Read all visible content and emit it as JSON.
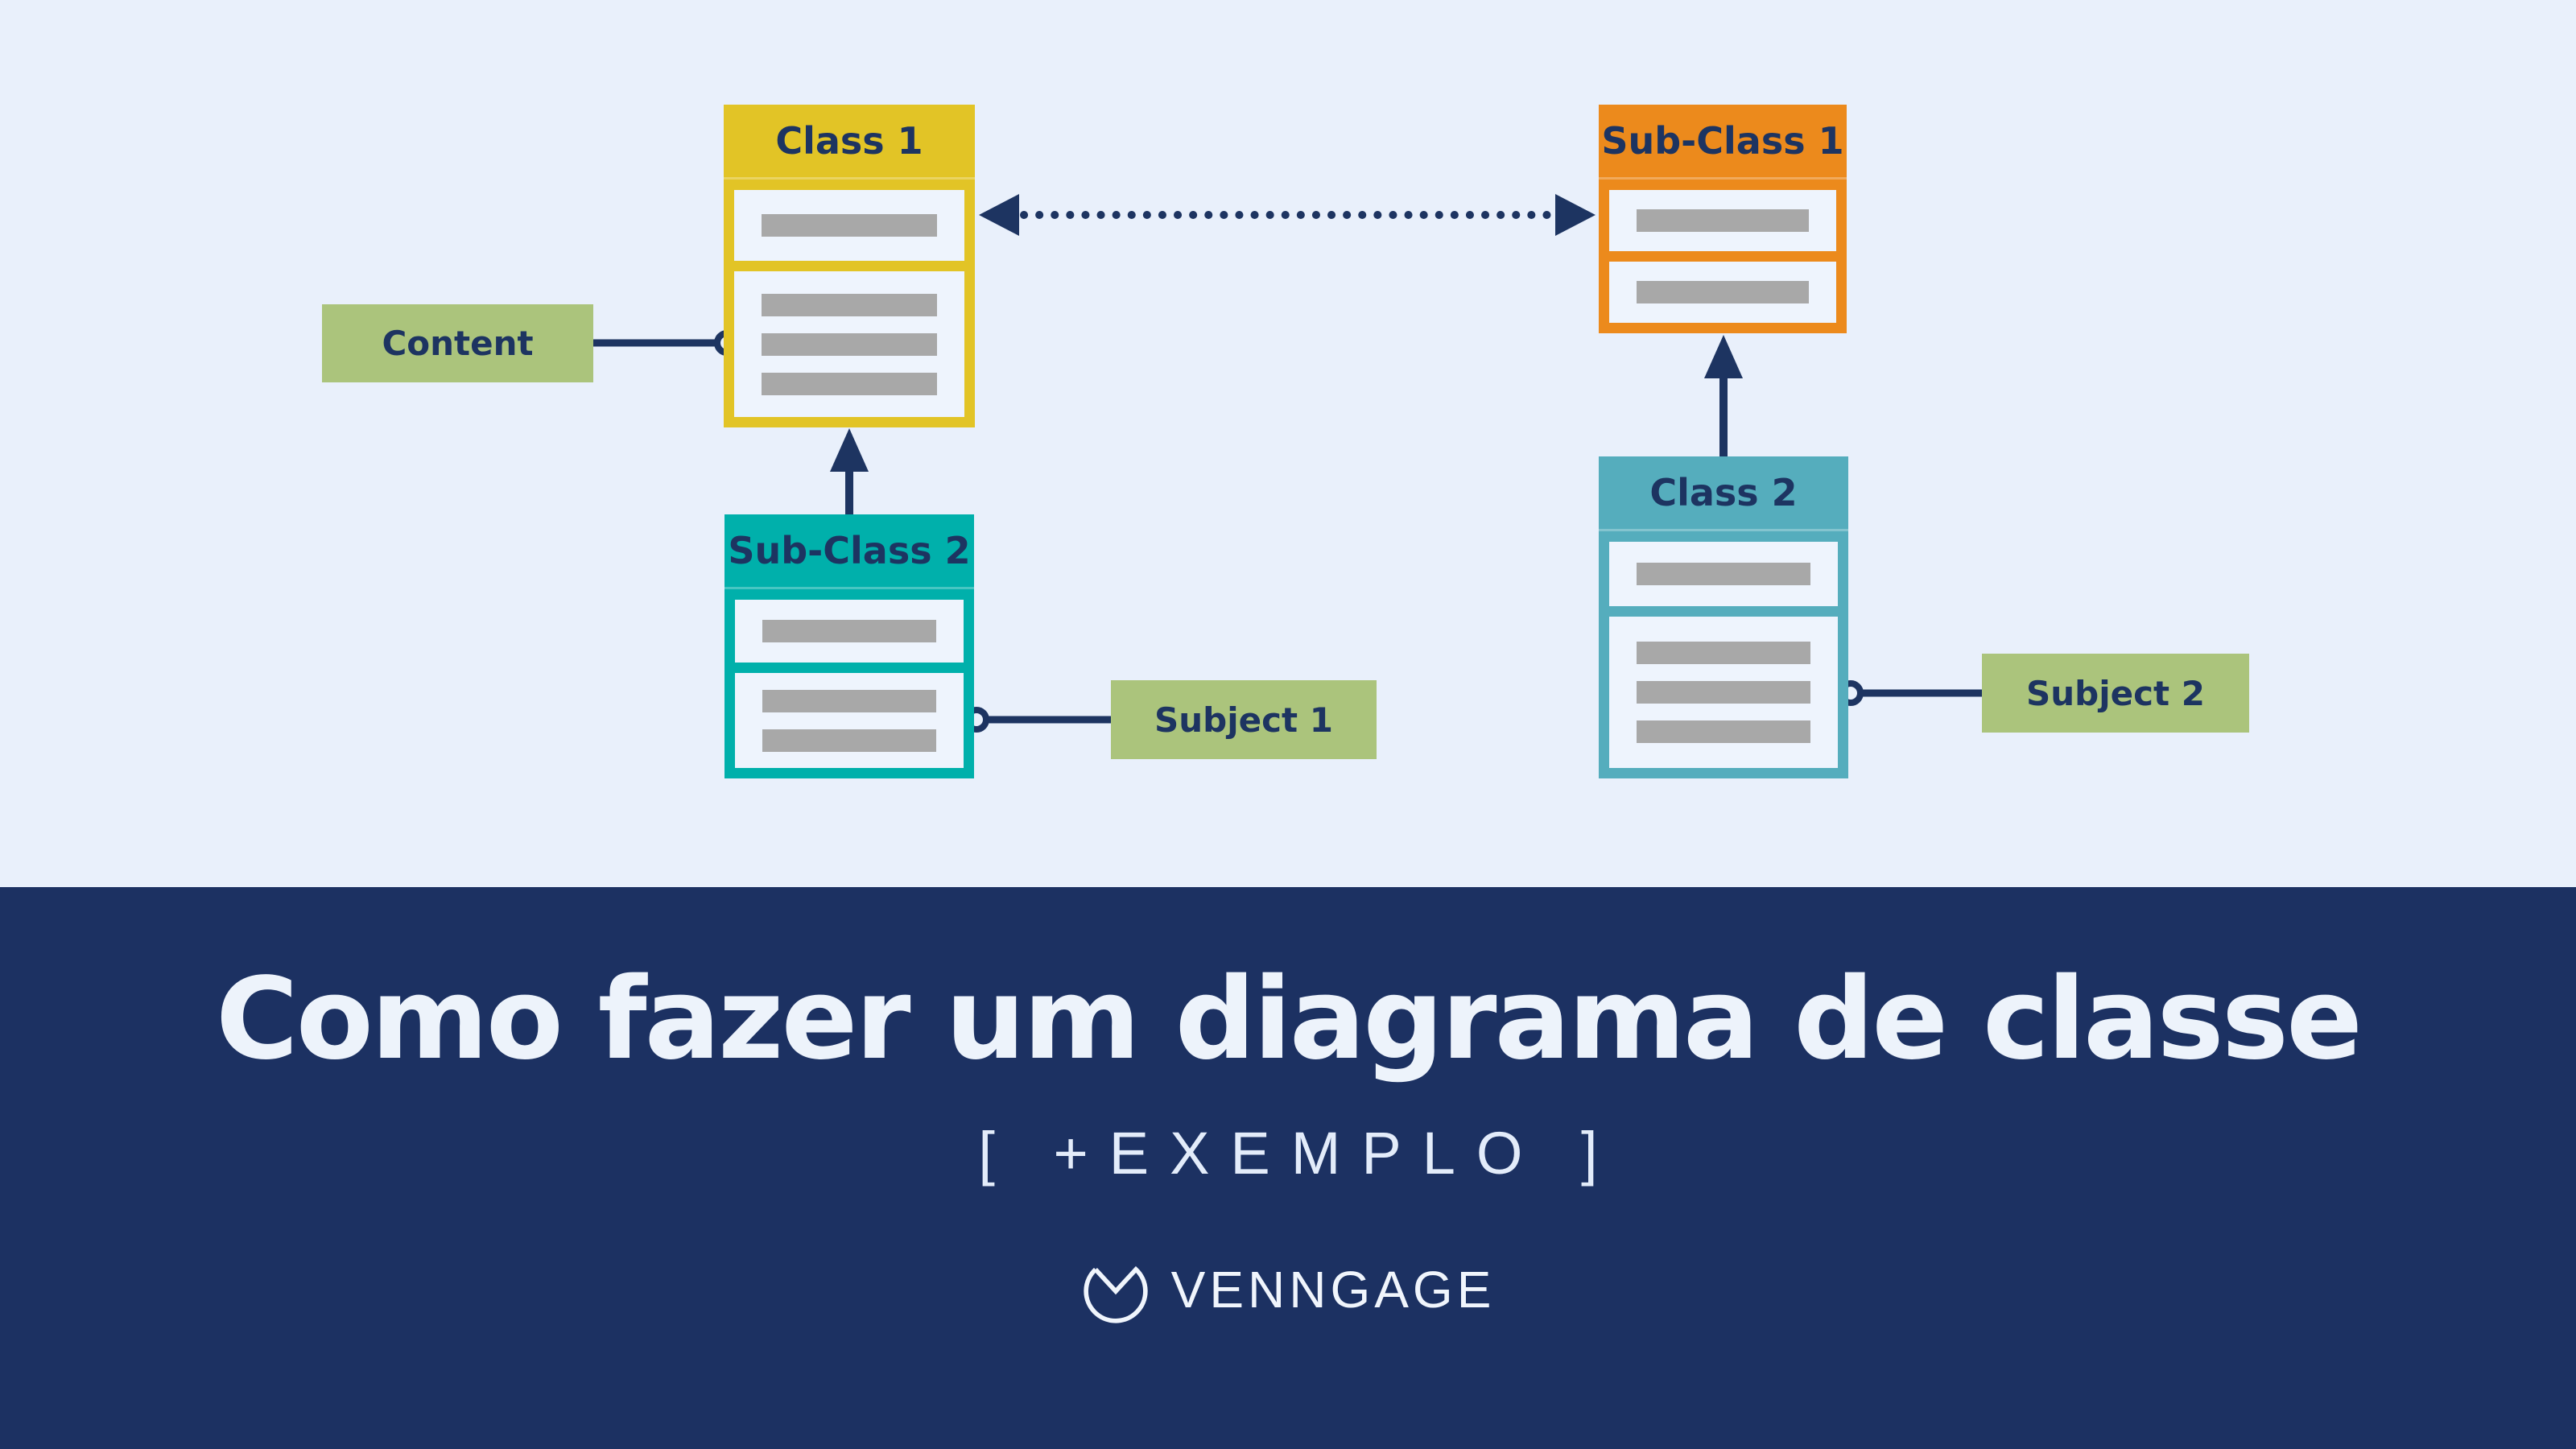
{
  "page": {
    "background_color": "#e9f0fb",
    "band_color": "#1c3162",
    "navy_ink": "#1d3461",
    "bar_color": "#a8a8a8"
  },
  "diagram": {
    "boxes": [
      {
        "title": "Class 1",
        "color": "#e2c426",
        "compartments": [
          1,
          3
        ]
      },
      {
        "title": "Sub-Class 1",
        "color": "#ec8a1c",
        "compartments": [
          1,
          1
        ]
      },
      {
        "title": "Sub-Class 2",
        "color": "#00b0ab",
        "compartments": [
          1,
          2
        ]
      },
      {
        "title": "Class 2",
        "color": "#55adbd",
        "compartments": [
          1,
          3
        ]
      }
    ],
    "labels": [
      {
        "text": "Content",
        "color": "#abc47c"
      },
      {
        "text": "Subject 1",
        "color": "#abc47c"
      },
      {
        "text": "Subject 2",
        "color": "#abc47c"
      }
    ],
    "connectors": [
      {
        "type": "dotted-double-arrow",
        "from": "Class 1",
        "to": "Sub-Class 1"
      },
      {
        "type": "line-with-circle-end",
        "from": "Content",
        "to": "Class 1"
      },
      {
        "type": "line-with-circle-end",
        "from": "Subject 1",
        "to": "Sub-Class 2"
      },
      {
        "type": "line-with-circle-end",
        "from": "Subject 2",
        "to": "Class 2"
      },
      {
        "type": "solid-arrow-up",
        "from": "Sub-Class 2",
        "to": "Class 1"
      },
      {
        "type": "solid-arrow-up",
        "from": "Class 2",
        "to": "Sub-Class 1"
      }
    ]
  },
  "banner": {
    "title": "Como fazer um diagrama de classe",
    "subtitle": "[ +EXEMPLO ]",
    "brand": "VENNGAGE"
  }
}
